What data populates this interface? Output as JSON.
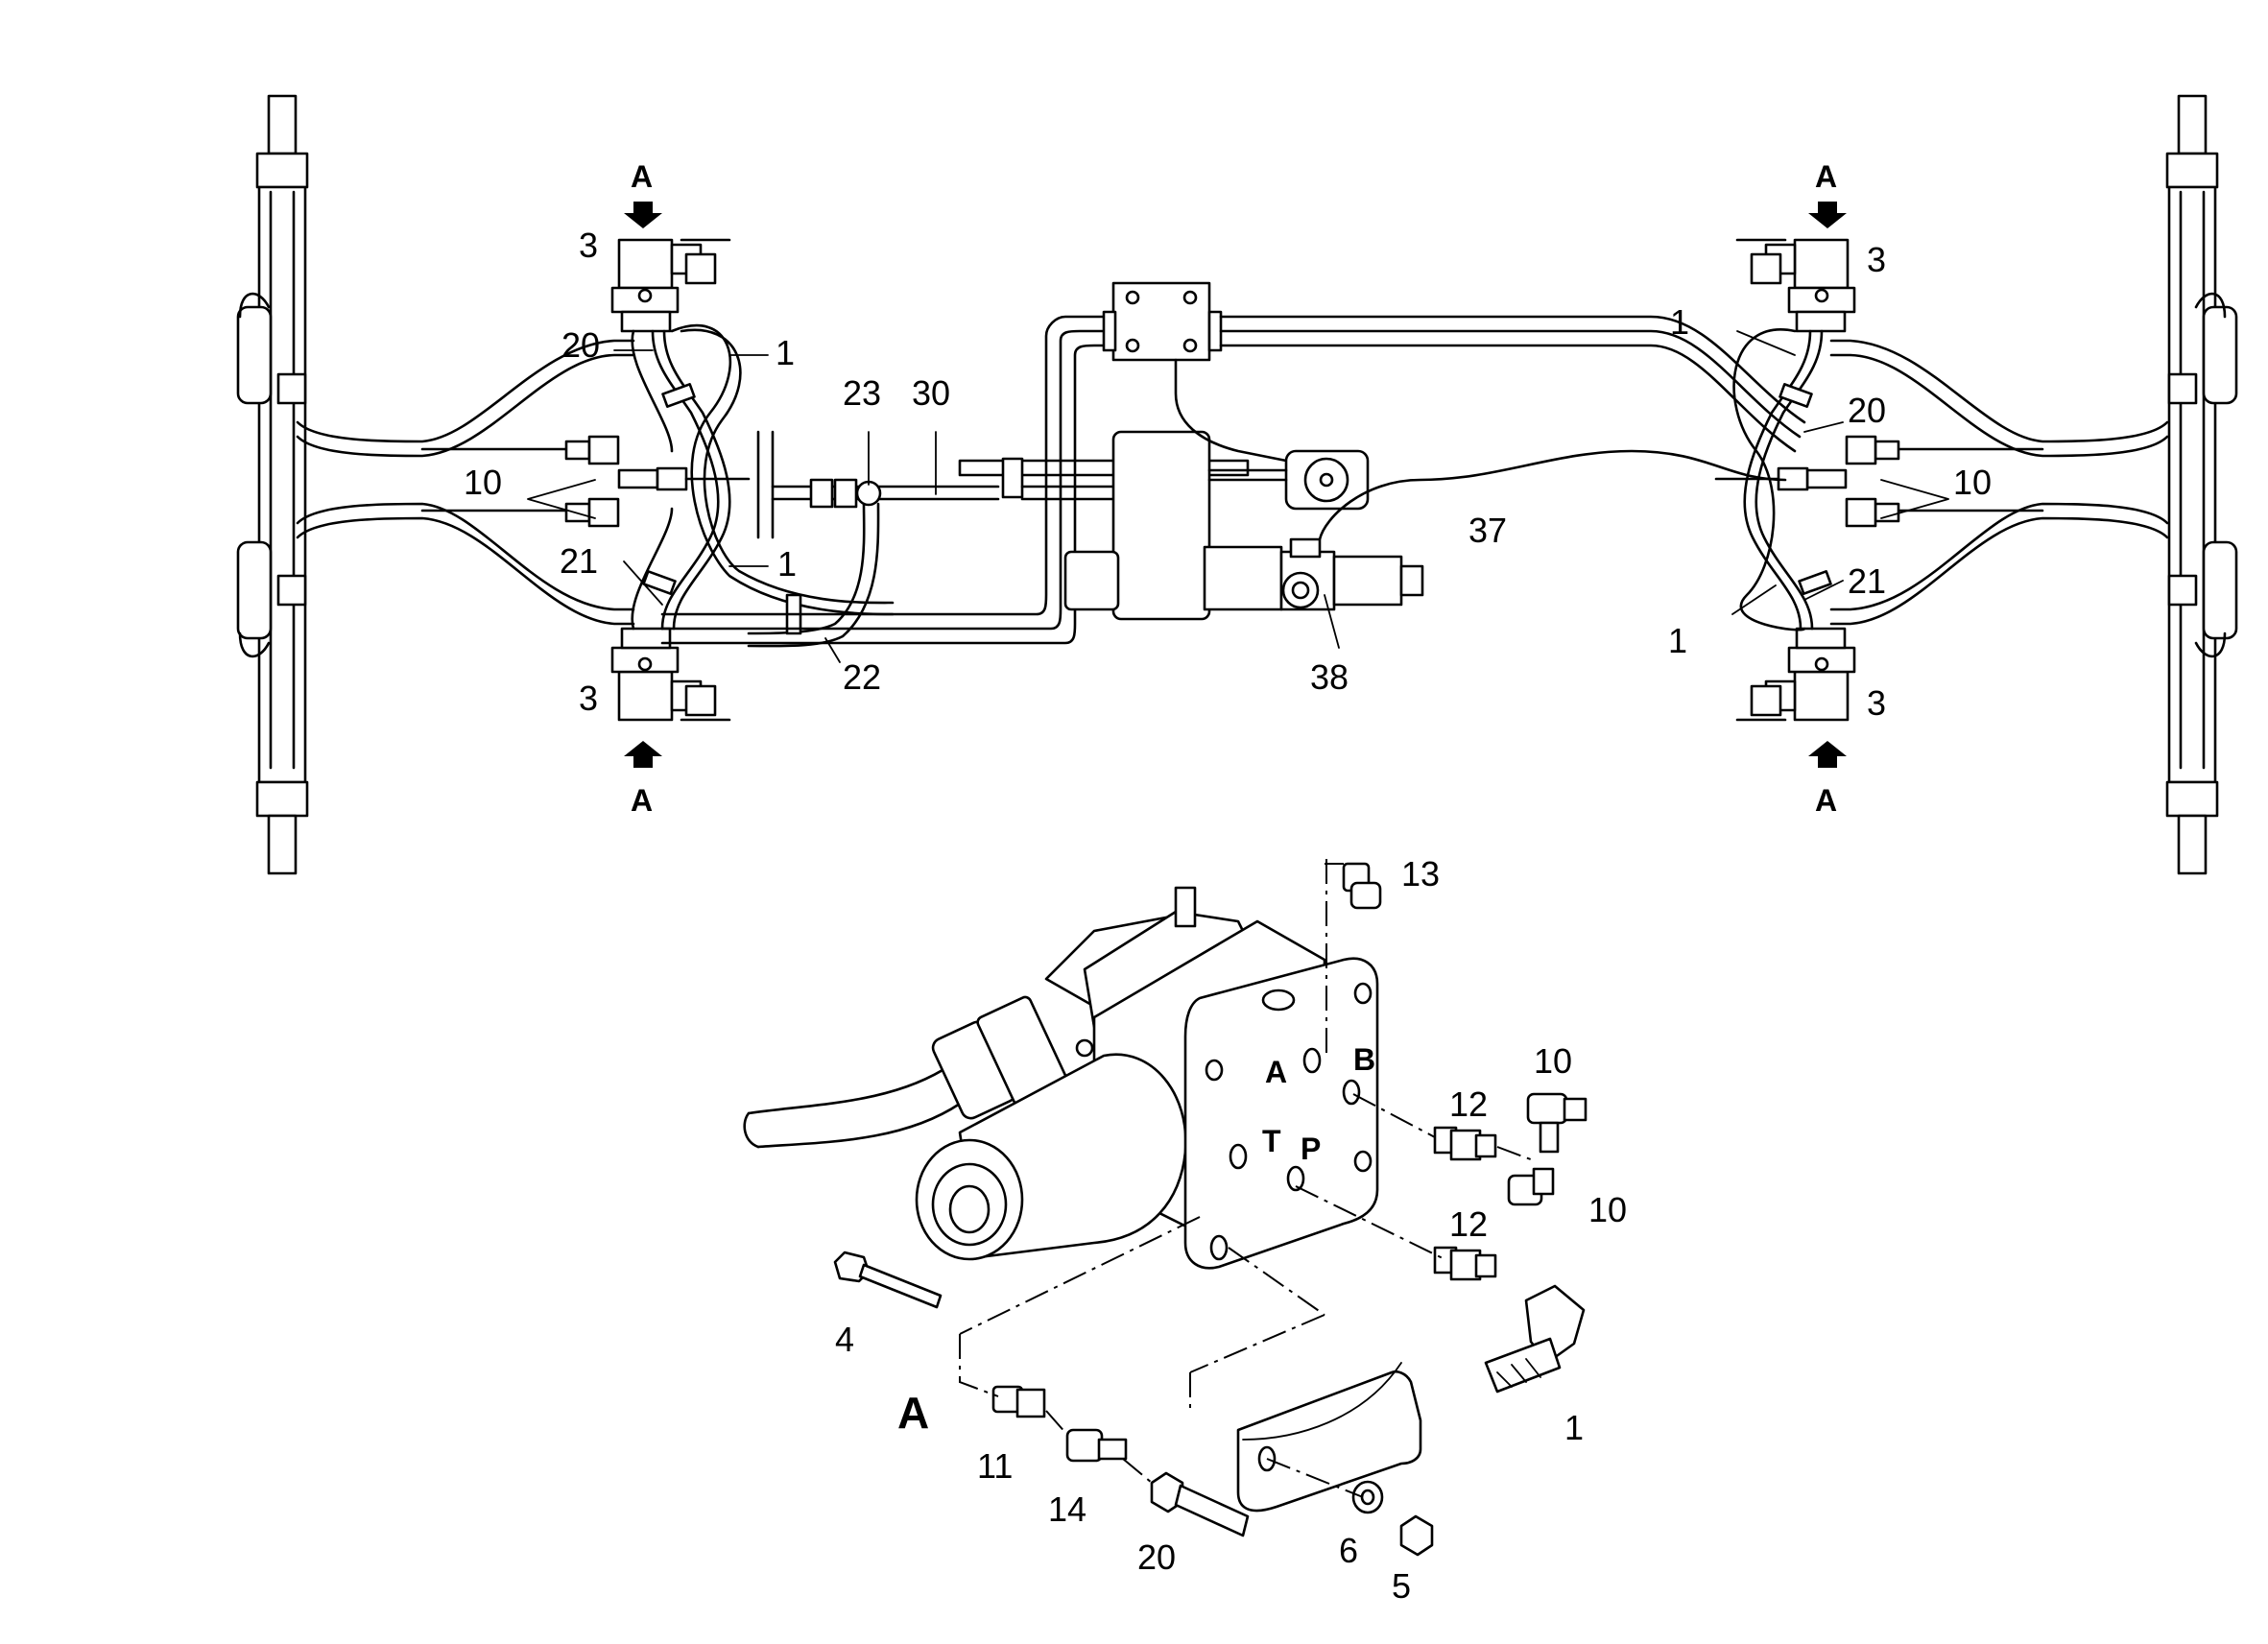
{
  "callouts": {
    "c1a": "1",
    "c1b": "1",
    "c1c": "1",
    "c1d": "1",
    "c1e": "1",
    "c3a": "3",
    "c3b": "3",
    "c3c": "3",
    "c3d": "3",
    "c4": "4",
    "c5": "5",
    "c6": "6",
    "c10a": "10",
    "c10b": "10",
    "c10c": "10",
    "c10d": "10",
    "c11": "11",
    "c12a": "12",
    "c12b": "12",
    "c13": "13",
    "c14": "14",
    "c20a": "20",
    "c20b": "20",
    "c20c": "20",
    "c21a": "21",
    "c21b": "21",
    "c22": "22",
    "c23": "23",
    "c30": "30",
    "c37": "37",
    "c38": "38"
  },
  "view_markers": {
    "tl": "A",
    "bl": "A",
    "tr": "A",
    "br": "A"
  },
  "detail": {
    "view_title": "A",
    "port_a": "A",
    "port_b": "B",
    "port_t": "T",
    "port_p": "P"
  },
  "colors": {
    "line": "#000000",
    "background": "#ffffff"
  },
  "icons": {
    "direction_arrow": "arrow-down-icon",
    "direction_arrow_up": "arrow-up-icon"
  }
}
